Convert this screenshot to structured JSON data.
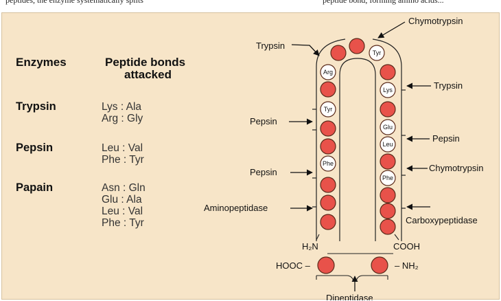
{
  "top_strip": {
    "left_fragment": "peptides, the enzyme systematically splits",
    "right_fragment": "peptide bond, forming amino acids..."
  },
  "table": {
    "col_enzyme_header": "Enzymes",
    "col_bonds_header_1": "Peptide bonds",
    "col_bonds_header_2": "attacked",
    "rows": [
      {
        "enzyme": "Trypsin",
        "bonds": [
          "Lys : Ala",
          "Arg : Gly"
        ]
      },
      {
        "enzyme": "Pepsin",
        "bonds": [
          "Leu : Val",
          "Phe : Tyr"
        ]
      },
      {
        "enzyme": "Papain",
        "bonds": [
          "Asn : Gln",
          "Glu : Ala",
          "Leu : Val",
          "Phe : Tyr"
        ]
      }
    ]
  },
  "diagram": {
    "labels": {
      "chymotrypsin_top": "Chymotrypsin",
      "trypsin_top": "Trypsin",
      "trypsin_right": "Trypsin",
      "pepsin_left_1": "Pepsin",
      "pepsin_right": "Pepsin",
      "pepsin_left_2": "Pepsin",
      "chymotrypsin_right": "Chymotrypsin",
      "aminopeptidase": "Aminopeptidase",
      "carboxypeptidase": "Carboxypeptidase",
      "n_terminus": "H₂N",
      "c_terminus": "COOH",
      "hooc": "HOOC –",
      "nh2": "– NH₂",
      "dipeptidase": "Dipeptidase"
    },
    "residues": {
      "left_top": "Arg",
      "left_mid": "Tyr",
      "left_low": "Phe",
      "apex": "Tyr",
      "right_1": "Lys",
      "right_2": "Glu",
      "right_3": "Leu",
      "right_4": "Phe"
    },
    "colors": {
      "bead": "#e8524a",
      "bead_outline": "#5a2a1a",
      "white_bead": "#ffffff",
      "background": "#f7e5c8"
    }
  }
}
